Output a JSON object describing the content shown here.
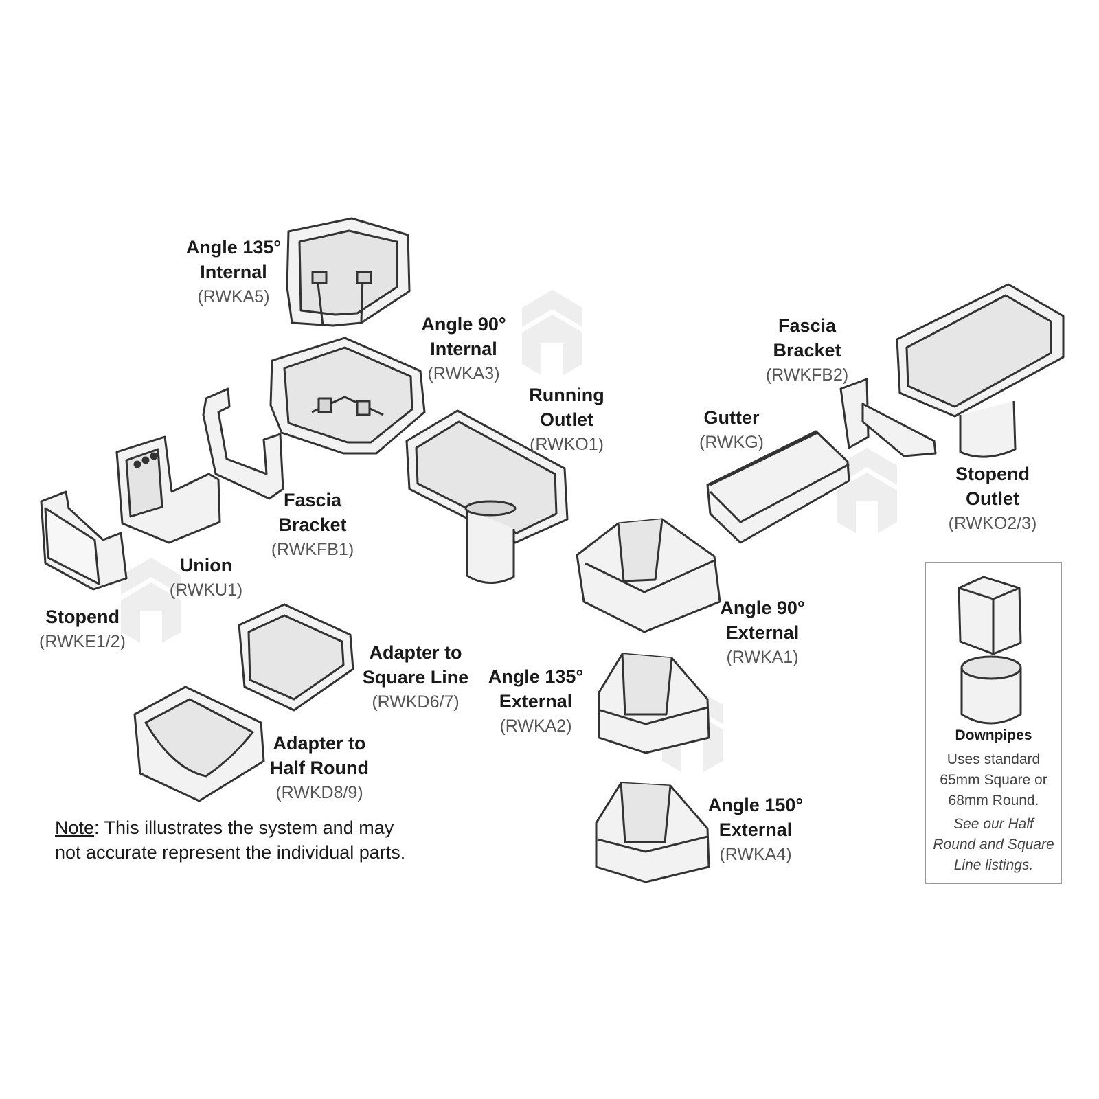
{
  "parts": [
    {
      "id": "angle-135-internal",
      "title_lines": [
        "Angle 135°",
        "Internal"
      ],
      "code": "(RWKA5)"
    },
    {
      "id": "angle-90-internal",
      "title_lines": [
        "Angle 90°",
        "Internal"
      ],
      "code": "(RWKA3)"
    },
    {
      "id": "running-outlet",
      "title_lines": [
        "Running",
        "Outlet"
      ],
      "code": "(RWKO1)"
    },
    {
      "id": "fascia-bracket-2",
      "title_lines": [
        "Fascia",
        "Bracket"
      ],
      "code": "(RWKFB2)"
    },
    {
      "id": "gutter",
      "title_lines": [
        "Gutter"
      ],
      "code": "(RWKG)"
    },
    {
      "id": "stopend-outlet",
      "title_lines": [
        "Stopend",
        "Outlet"
      ],
      "code": "(RWKO2/3)"
    },
    {
      "id": "fascia-bracket-1",
      "title_lines": [
        "Fascia",
        "Bracket"
      ],
      "code": "(RWKFB1)"
    },
    {
      "id": "union",
      "title_lines": [
        "Union"
      ],
      "code": "(RWKU1)"
    },
    {
      "id": "stopend",
      "title_lines": [
        "Stopend"
      ],
      "code": "(RWKE1/2)"
    },
    {
      "id": "angle-90-external",
      "title_lines": [
        "Angle 90°",
        "External"
      ],
      "code": "(RWKA1)"
    },
    {
      "id": "adapter-square",
      "title_lines": [
        "Adapter to",
        "Square Line"
      ],
      "code": "(RWKD6/7)"
    },
    {
      "id": "angle-135-external",
      "title_lines": [
        "Angle 135°",
        "External"
      ],
      "code": "(RWKA2)"
    },
    {
      "id": "adapter-half-round",
      "title_lines": [
        "Adapter to",
        "Half Round"
      ],
      "code": "(RWKD8/9)"
    },
    {
      "id": "angle-150-external",
      "title_lines": [
        "Angle 150°",
        "External"
      ],
      "code": "(RWKA4)"
    }
  ],
  "note": {
    "prefix": "Note",
    "line1": ": This illustrates the system and may",
    "line2": "not accurate represent the individual parts."
  },
  "downpipes": {
    "title": "Downpipes",
    "lines": [
      "Uses standard",
      "65mm Square or",
      "68mm Round."
    ],
    "italic_lines": [
      "See our Half",
      "Round and Square",
      "Line listings."
    ]
  },
  "colors": {
    "outline": "#333333",
    "fill": "#f2f2f2",
    "shade": "#d6d6d6",
    "watermark": "#eeeeee"
  }
}
